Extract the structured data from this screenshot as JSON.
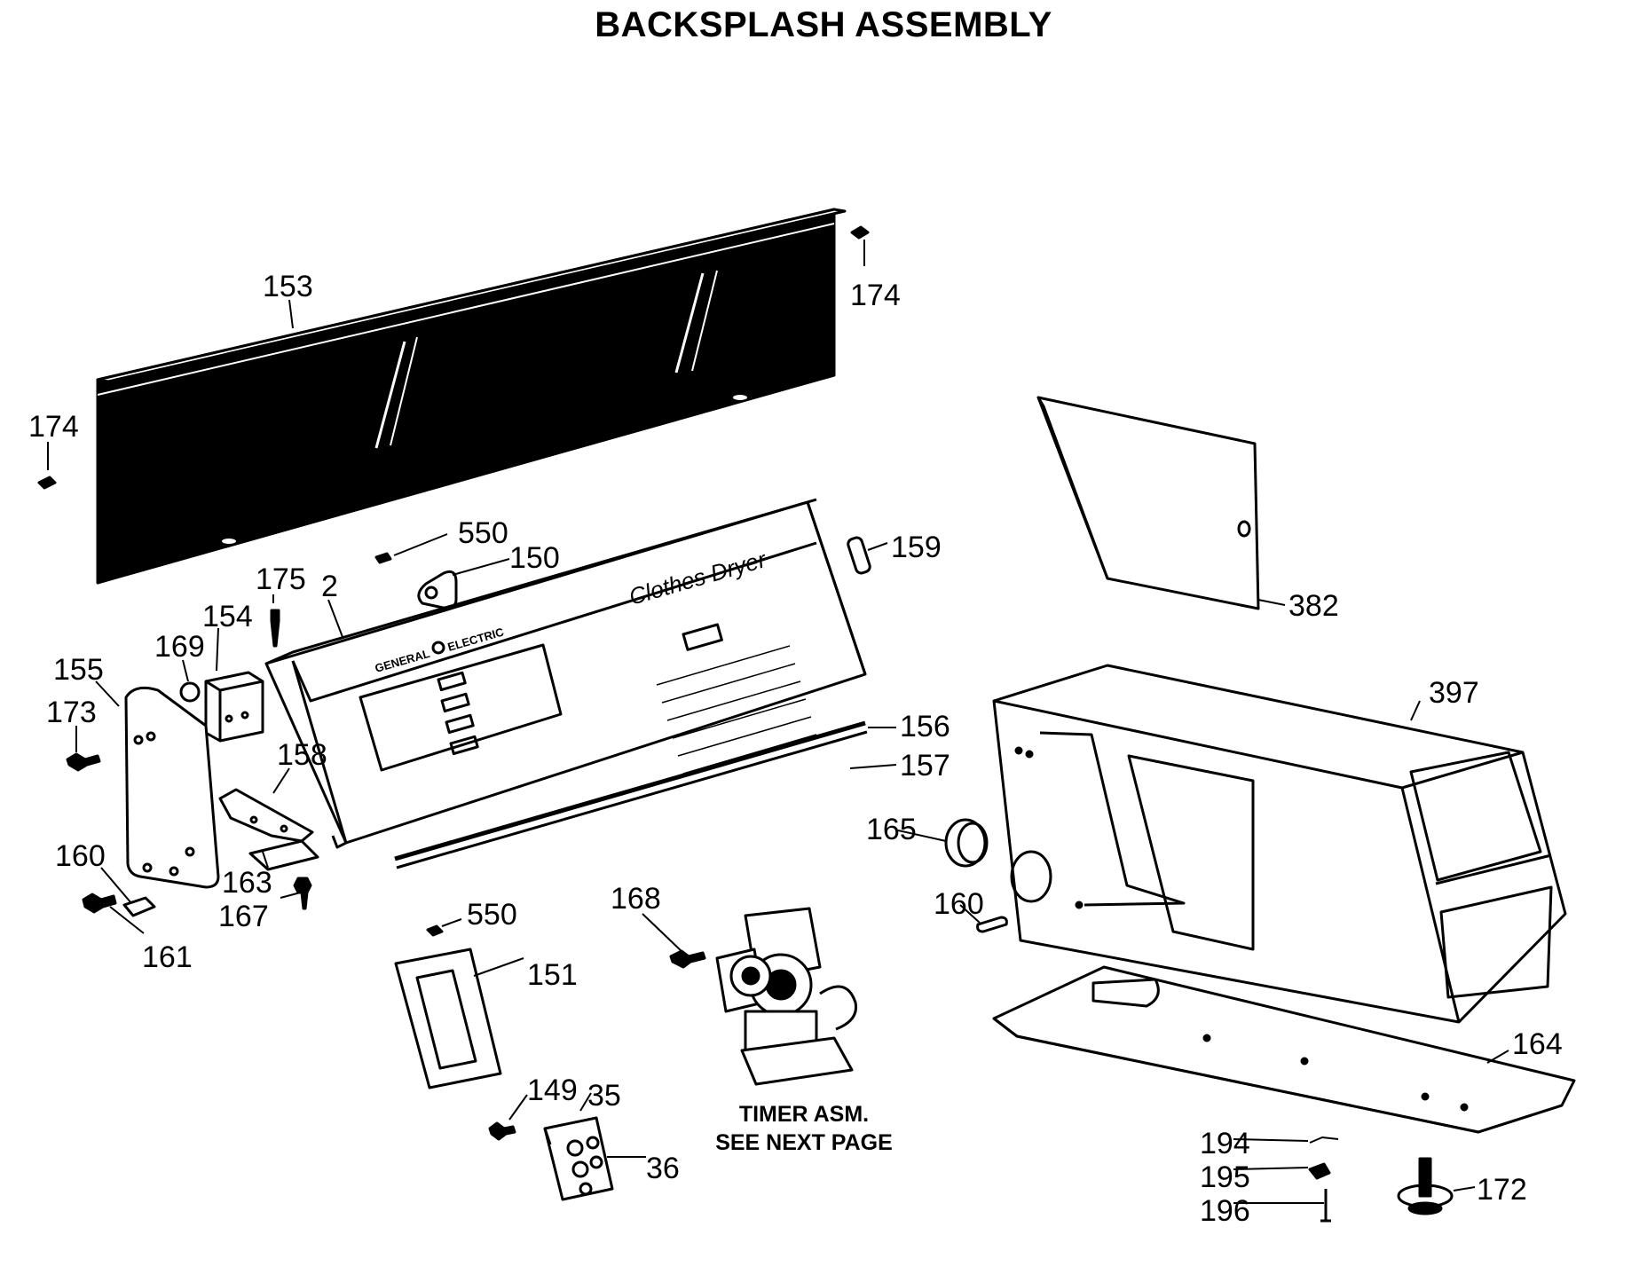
{
  "title": "BACKSPLASH ASSEMBLY",
  "labels": {
    "p153": "153",
    "p174a": "174",
    "p174b": "174",
    "p550a": "550",
    "p150": "150",
    "p159": "159",
    "p175": "175",
    "p2": "2",
    "p154": "154",
    "p169": "169",
    "p155": "155",
    "p173": "173",
    "p158": "158",
    "p156": "156",
    "p157": "157",
    "p163": "163",
    "p167": "167",
    "p160a": "160",
    "p161": "161",
    "p550b": "550",
    "p151": "151",
    "p168": "168",
    "p149": "149",
    "p35": "35",
    "p36": "36",
    "p165": "165",
    "p160b": "160",
    "p382": "382",
    "p397": "397",
    "p164": "164",
    "p194": "194",
    "p195": "195",
    "p196": "196",
    "p172": "172"
  },
  "panel_text": {
    "brand_left": "GENERAL",
    "brand_right": "ELECTRIC",
    "script": "Clothes Dryer"
  },
  "note": {
    "line1": "TIMER ASM.",
    "line2": "SEE NEXT PAGE"
  }
}
